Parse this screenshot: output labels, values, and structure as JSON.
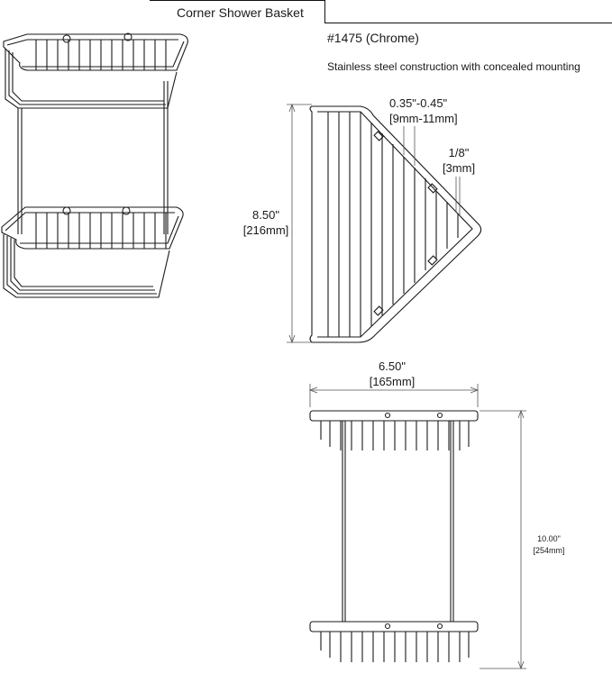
{
  "header": {
    "product_title": "Corner Shower Basket"
  },
  "product": {
    "model": "#1475 (Chrome)",
    "description": "Stainless steel construction with concealed mounting"
  },
  "dimensions": {
    "depth": {
      "inch": "8.50\"",
      "mm": "[216mm]"
    },
    "wire_gap": {
      "inch": "0.35\"-0.45\"",
      "mm": "[9mm-11mm]"
    },
    "wire_thickness": {
      "inch": "1/8\"",
      "mm": "[3mm]"
    },
    "width": {
      "inch": "6.50\"",
      "mm": "[165mm]"
    },
    "height": {
      "inch": "10.00\"",
      "mm": "[254mm]"
    }
  },
  "colors": {
    "line": "#1a1a1a",
    "dimension_line": "#555555"
  }
}
